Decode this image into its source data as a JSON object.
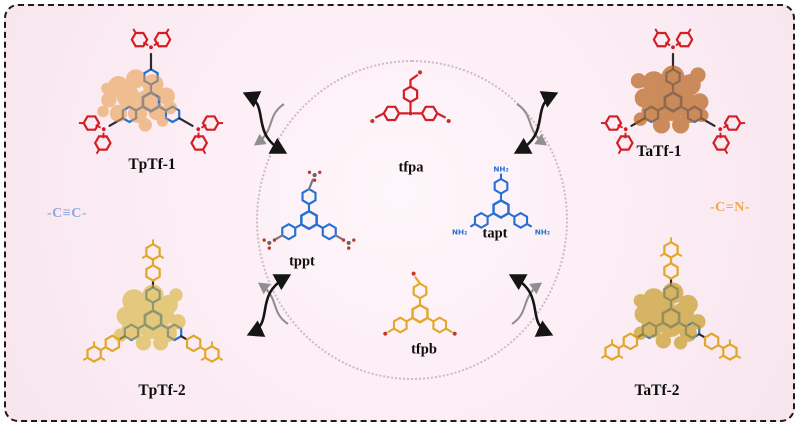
{
  "labels": {
    "tptf1": "TpTf-1",
    "tatf1": "TaTf-1",
    "tptf2": "TpTf-2",
    "tatf2": "TaTf-2",
    "tfpa": "tfpa",
    "tppt": "tppt",
    "tapt": "tapt",
    "tfpb": "tfpb",
    "linkage_left": "-C≡C-",
    "linkage_right": "-C=N-",
    "amine": "NH₂"
  },
  "colors": {
    "red_monomer": "#d21f26",
    "blue_monomer": "#2570d4",
    "yellow_monomer": "#e2a62a",
    "oxygen_atom": "#c0392b",
    "blob_top_left": "#e89c4a",
    "blob_top_right": "#b9661f",
    "blob_bottom_left": "#d5b22f",
    "blob_bottom_right": "#c79d27",
    "linkage_left_text": "#8fa9d9",
    "linkage_right_text": "#eba94f",
    "background": "#fbebf3",
    "border": "#1b1b1b"
  }
}
